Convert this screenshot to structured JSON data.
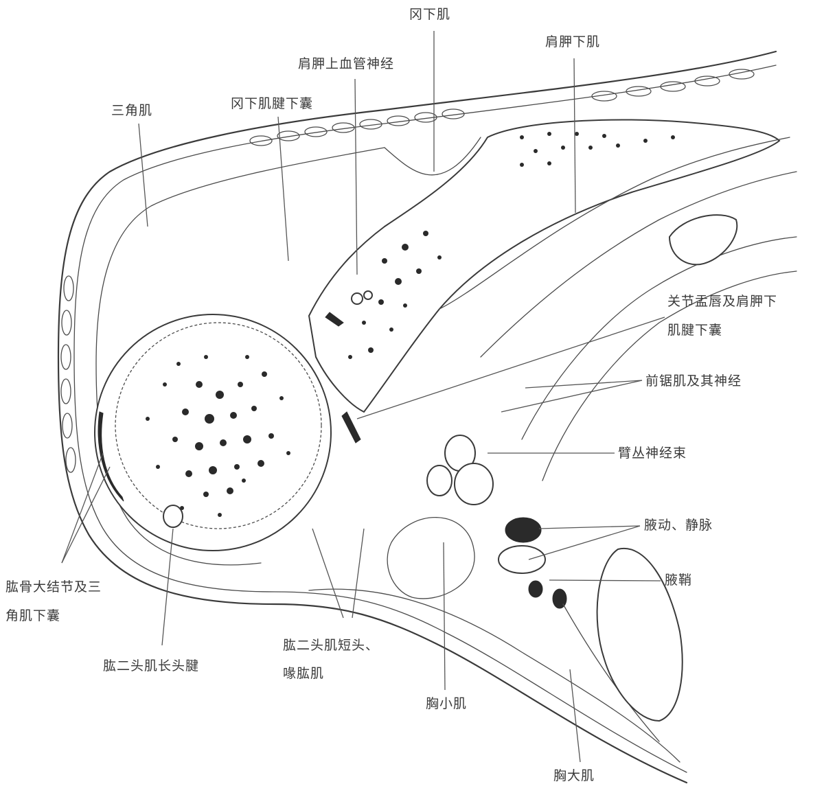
{
  "labels": {
    "infraspinatus": "冈下肌",
    "subscapularis": "肩胛下肌",
    "suprascapular_nv": "肩胛上血管神经",
    "infraspinatus_bursa": "冈下肌腱下囊",
    "deltoid": "三角肌",
    "labrum_line1": "关节盂唇及肩胛下",
    "labrum_line2": "肌腱下囊",
    "serratus": "前锯肌及其神经",
    "brachial_plexus": "臂丛神经束",
    "axillary_vessels": "腋动、静脉",
    "axillary_sheath": "腋鞘",
    "greater_tub_line1": "肱骨大结节及三",
    "greater_tub_line2": "角肌下囊",
    "biceps_long": "肱二头肌长头腱",
    "biceps_short_line1": "肱二头肌短头、",
    "biceps_short_line2": "喙肱肌",
    "pec_minor": "胸小肌",
    "pec_major": "胸大肌"
  }
}
